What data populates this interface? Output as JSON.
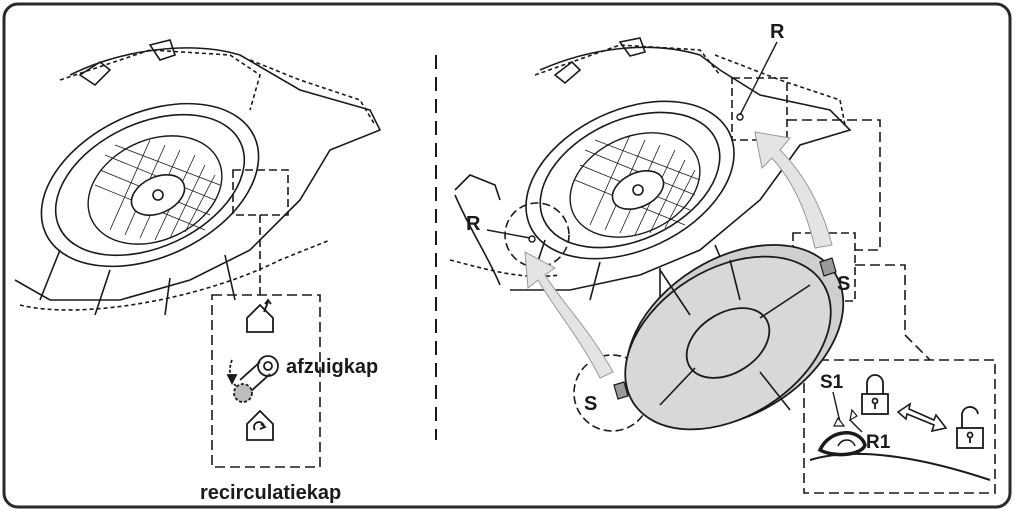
{
  "labels": {
    "afzuigkap": "afzuigkap",
    "recirculatiekap": "recirculatiekap",
    "r_top": "R",
    "r_left": "R",
    "s_right": "S",
    "s_bottom": "S",
    "s1": "S1",
    "r1": "R1"
  },
  "icons": {
    "house_exhaust": "house-exhaust-icon",
    "house_recirculate": "house-recirculate-icon",
    "lock_closed": "lock-closed-icon",
    "lock_open": "lock-open-icon",
    "double_arrow": "double-arrow-icon"
  },
  "colors": {
    "line": "#1a1a1a",
    "filter_fill": "#d6d6d6",
    "arrow_fill": "#e4e4e4",
    "frame_stroke": "#2a2a2a"
  }
}
